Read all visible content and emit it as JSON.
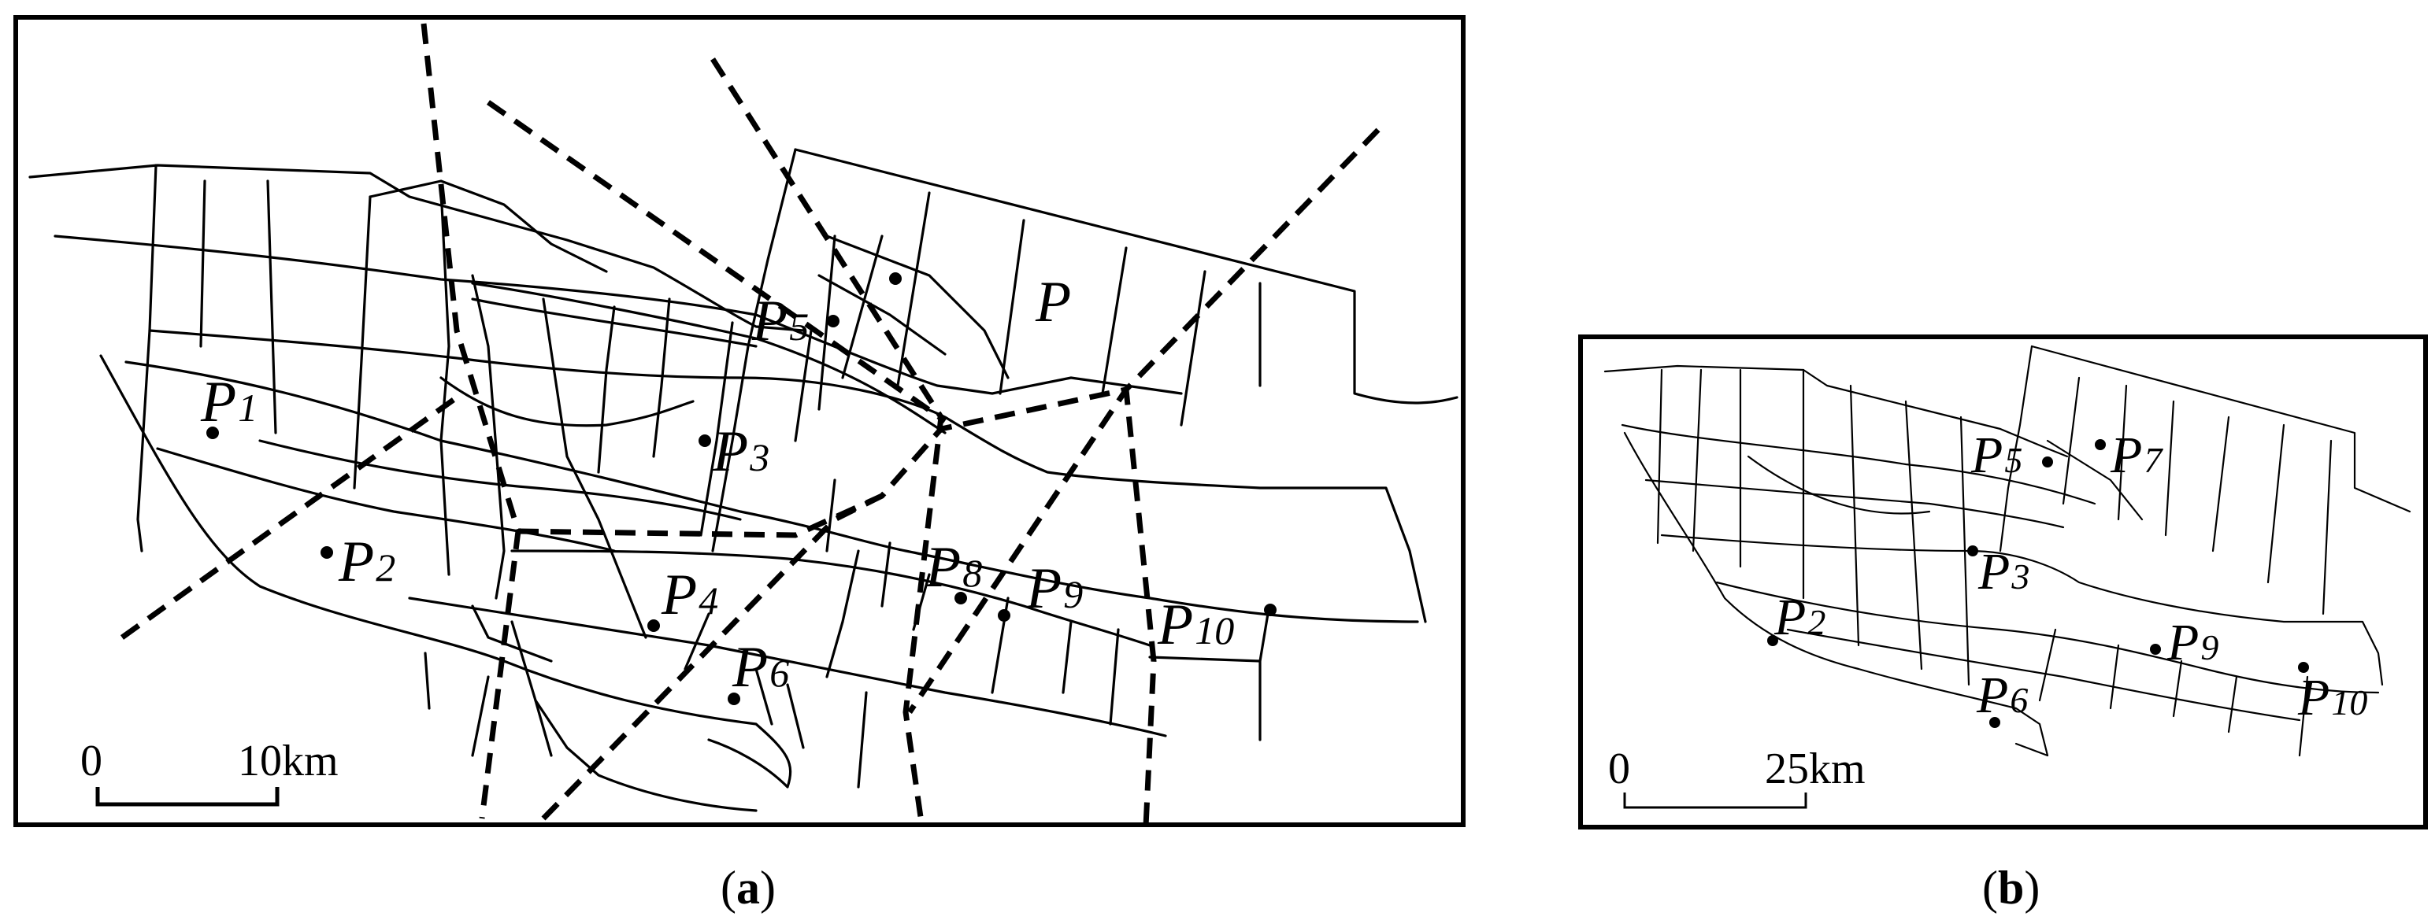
{
  "panel_a": {
    "caption_open": "(",
    "caption_letter": "a",
    "caption_close": ")",
    "points": [
      {
        "id": "p1",
        "letter": "P",
        "sub": "1"
      },
      {
        "id": "p2",
        "letter": "P",
        "sub": "2"
      },
      {
        "id": "p3",
        "letter": "P",
        "sub": "3"
      },
      {
        "id": "p4",
        "letter": "P",
        "sub": "4"
      },
      {
        "id": "p5",
        "letter": "P",
        "sub": "5"
      },
      {
        "id": "p6",
        "letter": "P",
        "sub": "6"
      },
      {
        "id": "p8",
        "letter": "P",
        "sub": "8"
      },
      {
        "id": "p9",
        "letter": "P",
        "sub": "9"
      },
      {
        "id": "p10",
        "letter": "P",
        "sub": "10"
      }
    ],
    "extra_label": "P",
    "scale_start": "0",
    "scale_end": "10km"
  },
  "panel_b": {
    "caption_open": "(",
    "caption_letter": "b",
    "caption_close": ")",
    "points": [
      {
        "id": "p2",
        "letter": "P",
        "sub": "2"
      },
      {
        "id": "p3",
        "letter": "P",
        "sub": "3"
      },
      {
        "id": "p5",
        "letter": "P",
        "sub": "5"
      },
      {
        "id": "p6",
        "letter": "P",
        "sub": "6"
      },
      {
        "id": "p7",
        "letter": "P",
        "sub": "7"
      },
      {
        "id": "p9",
        "letter": "P",
        "sub": "9"
      },
      {
        "id": "p10",
        "letter": "P",
        "sub": "10"
      }
    ],
    "scale_start": "0",
    "scale_end": "25km"
  }
}
